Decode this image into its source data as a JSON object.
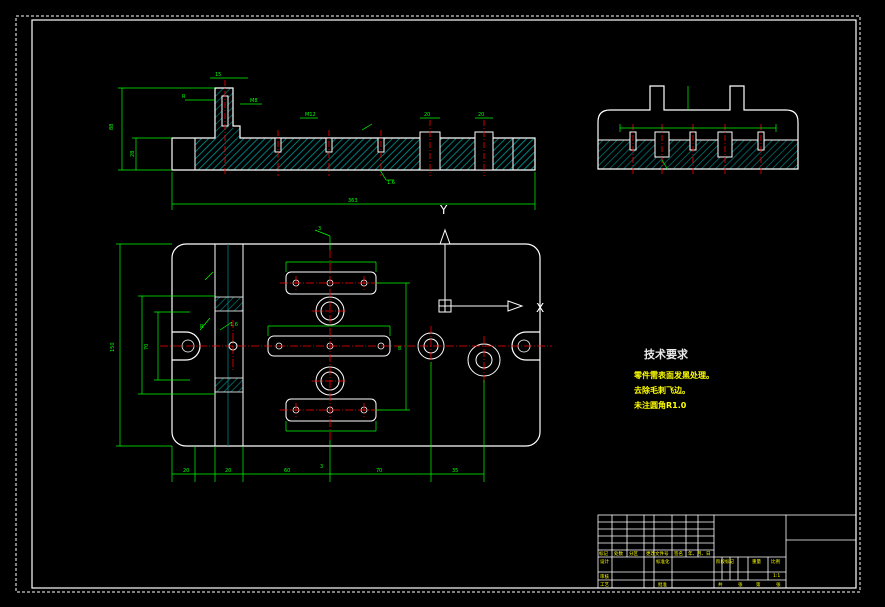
{
  "drawing": {
    "tech_requirements": {
      "title": "技术要求",
      "notes": [
        "零件需表面发黑处理。",
        "去除毛刺飞边。",
        "未注圆角R1.0"
      ]
    },
    "axes": {
      "y": "Y",
      "x": "X"
    },
    "title_block": {
      "row1": [
        "标记",
        "处数",
        "分区",
        "更改文件号",
        "签名",
        "年、月、日"
      ],
      "row2_left": "设计",
      "row2_mid": "标准化",
      "row2_right": [
        "阶段标记",
        "重量",
        "比例"
      ],
      "scale": "1:1",
      "row3": "审核",
      "row4": [
        "工艺",
        "批准"
      ],
      "sheets": [
        "共",
        "张",
        "第",
        "张"
      ]
    }
  },
  "colors": {
    "background": "#000000",
    "outline": "#ffffff",
    "dimension": "#00ff00",
    "center": "#ff0000",
    "hatch": "#008080",
    "text": "#ffff00"
  }
}
